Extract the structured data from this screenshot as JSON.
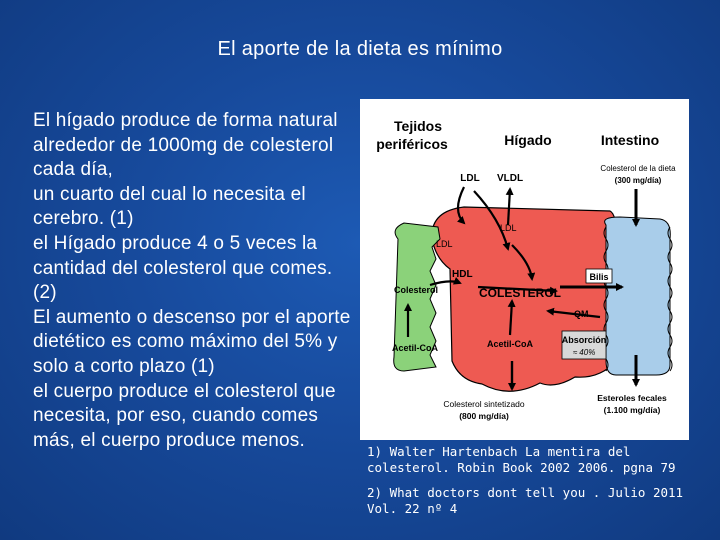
{
  "slide": {
    "title": "El aporte de la dieta es mínimo",
    "paragraphs": [
      "El hígado produce de forma natural alrededor de 1000mg de colesterol cada día,",
      "un cuarto del cual lo necesita el cerebro. (1)",
      "el Hígado produce 4 o 5 veces la cantidad del colesterol que comes. (2)",
      "El aumento o descenso  por el aporte dietético es como máximo del 5% y solo a corto plazo (1)",
      "el cuerpo produce el colesterol que necesita, por eso, cuando comes más, el cuerpo produce menos."
    ],
    "references": [
      "1) Walter Hartenbach La mentira del colesterol. Robin Book 2002 2006. pgna 79",
      "2) What doctors dont tell you . Julio 2011 Vol. 22 nº 4"
    ]
  },
  "diagram": {
    "headers": {
      "tejidos_line1": "Tejidos",
      "tejidos_line2": "periféricos",
      "higado": "Hígado",
      "intestino": "Intestino"
    },
    "labels": {
      "ldl": "LDL",
      "vldl": "VLDL",
      "ldl_small1": "LDL",
      "ldl_small2": "LDL",
      "hdl": "HDL",
      "colesterol_left": "Colesterol",
      "acetil_left": "Acetil-CoA",
      "colesterol_center": "COLESTEROL",
      "acetil_center": "Acetil-CoA",
      "qm": "QM",
      "bilis": "Bilis",
      "absorcion": "Absorción",
      "absorcion_pct": "≈ 40%",
      "dieta_line1": "Colesterol de la dieta",
      "dieta_line2": "(300 mg/día)",
      "sintetizado_line1": "Colesterol sintetizado",
      "sintetizado_line2": "(800 mg/día)",
      "fecales_line1": "Esteroles fecales",
      "fecales_line2": "(1.100 mg/día)"
    },
    "colors": {
      "liver": "#ee5a52",
      "tissue": "#8bd27a",
      "intestine": "#a9cdea",
      "background": "#1a52a8"
    }
  }
}
